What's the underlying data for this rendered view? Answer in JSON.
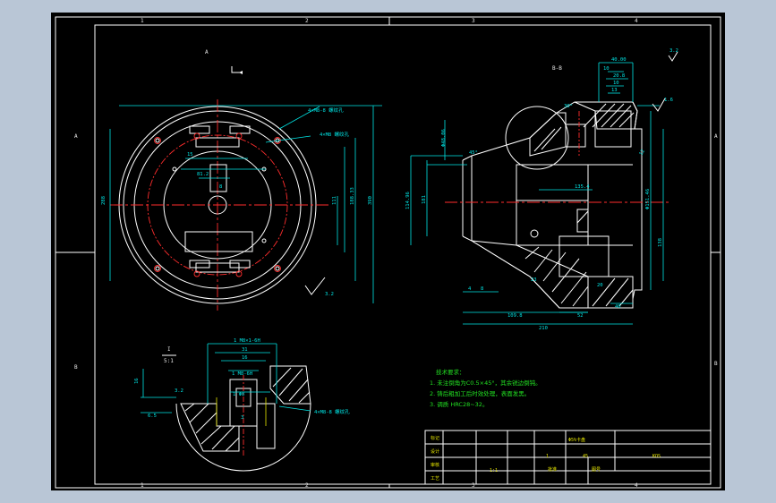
{
  "frame": {
    "zone_numbers_top": [
      "1",
      "2",
      "3",
      "4"
    ],
    "zone_numbers_bottom": [
      "1",
      "2",
      "3",
      "4"
    ],
    "zone_letters_left": [
      "A",
      "B"
    ],
    "zone_letters_right": [
      "A",
      "B"
    ]
  },
  "front_view": {
    "section_mark": "A",
    "dims": {
      "d1": "15",
      "d2": "81.2",
      "d3": "8",
      "d4": "111",
      "d5": "188.33",
      "d6": "390",
      "d7": "288",
      "note_holes_top": "4×M8-8 螺纹孔",
      "note_holes_mid": "4×M8 螺纹孔"
    },
    "roughness": "3.2"
  },
  "section_view": {
    "title": "B-B",
    "dims": {
      "top_40": "40.00",
      "top_10": "10",
      "top_20": "20.8",
      "top_10b": "10",
      "top_13": "13",
      "ang_30": "30°",
      "dia_left": "Φ48.06",
      "dia_114": "114.96",
      "dia_181": "181",
      "len_135": "135.4",
      "dia_right": "Φ151.46",
      "dia_138": "138",
      "bot_4": "4",
      "bot_8": "8",
      "bot_23": "23",
      "bot_20": "20",
      "bot_40": "40",
      "len_109": "109.8",
      "len_52": "52",
      "len_210": "210",
      "ang_45": "45°",
      "r_12": "12"
    },
    "roughness_corner": "3.2",
    "roughness_r": "1.6"
  },
  "detail_view": {
    "label": "I",
    "scale": "5:1",
    "dims": {
      "top": "1 M8×1-6H",
      "d31": "31",
      "d16": "16",
      "hole": "1 M8-6H",
      "counterbore": "1 Φ8",
      "depth": "3",
      "left_1": "16",
      "ang": "3.2",
      "mark": "6.5"
    },
    "note": "4×M8-8 螺纹孔"
  },
  "tech_req": {
    "title": "技术要求：",
    "items": [
      "1. 未注倒角为C0.5×45°，其余锐边倒钝。",
      "2. 铸后粗加工后时效处理，表面发黑。",
      "3. 调质 HRC28~32。"
    ]
  },
  "title_block": {
    "cells": [
      "标记",
      "设计",
      "审核",
      "工艺",
      "比例",
      "1:1",
      "共 张",
      "第 张"
    ],
    "name": "Φ5%卡盘",
    "material": "45",
    "code": "KOS",
    "qty": "1",
    "mass": "批准",
    "sheet": "图号"
  },
  "colors": {
    "background": "#000000",
    "frame": "#ffffff",
    "dimension": "#00e5e5",
    "centerline": "#ff2d2d",
    "text": "#1fd41f",
    "hatch": "#ffffff",
    "outer": "#b9c6d6"
  }
}
